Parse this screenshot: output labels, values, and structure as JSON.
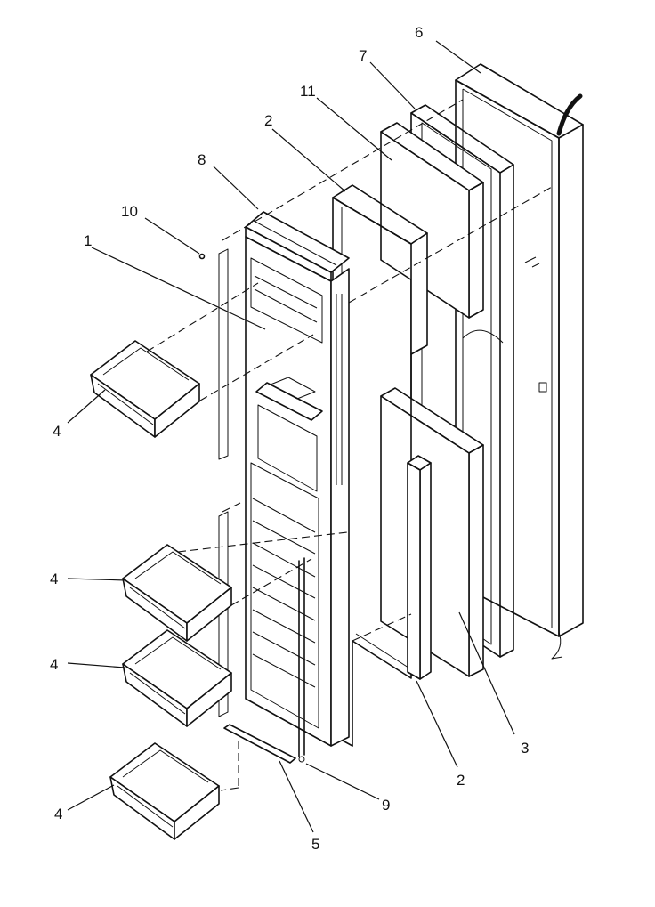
{
  "callouts": [
    {
      "id": "c6",
      "text": "6"
    },
    {
      "id": "c7",
      "text": "7"
    },
    {
      "id": "c11",
      "text": "11"
    },
    {
      "id": "c2a",
      "text": "2"
    },
    {
      "id": "c8",
      "text": "8"
    },
    {
      "id": "c10",
      "text": "10"
    },
    {
      "id": "c1",
      "text": "1"
    },
    {
      "id": "c4a",
      "text": "4"
    },
    {
      "id": "c4b",
      "text": "4"
    },
    {
      "id": "c4c",
      "text": "4"
    },
    {
      "id": "c4d",
      "text": "4"
    },
    {
      "id": "c3",
      "text": "3"
    },
    {
      "id": "c2b",
      "text": "2"
    },
    {
      "id": "c9",
      "text": "9"
    },
    {
      "id": "c5",
      "text": "5"
    }
  ]
}
